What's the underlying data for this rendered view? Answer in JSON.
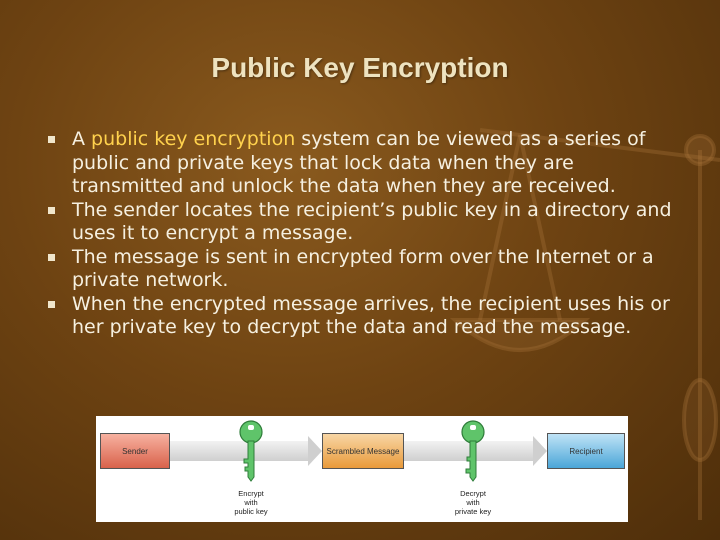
{
  "slide": {
    "title": "Public Key Encryption"
  },
  "bullets": [
    {
      "pre": "A ",
      "highlight": "public key encryption",
      "post": " system can be viewed as a series of public and private keys that lock data when they are transmitted and unlock the data when they are received."
    },
    {
      "pre": "The sender locates the recipient’s public key in a directory and uses it to encrypt a message.",
      "highlight": "",
      "post": ""
    },
    {
      "pre": "The message is sent in encrypted form over the Internet or a private network.",
      "highlight": "",
      "post": ""
    },
    {
      "pre": "When the encrypted message arrives, the recipient uses his or her private key to decrypt the data and read the message.",
      "highlight": "",
      "post": ""
    }
  ],
  "diagram": {
    "sender": "Sender",
    "scrambled": "Scrambled Message",
    "recipient": "Recipient",
    "encrypt_label_1": "Encrypt",
    "encrypt_label_2": "with",
    "encrypt_label_3": "public key",
    "decrypt_label_1": "Decrypt",
    "decrypt_label_2": "with",
    "decrypt_label_3": "private key"
  },
  "colors": {
    "title": "#eee3c0",
    "highlight": "#ffd24d",
    "key_green": "#5fc46a"
  }
}
